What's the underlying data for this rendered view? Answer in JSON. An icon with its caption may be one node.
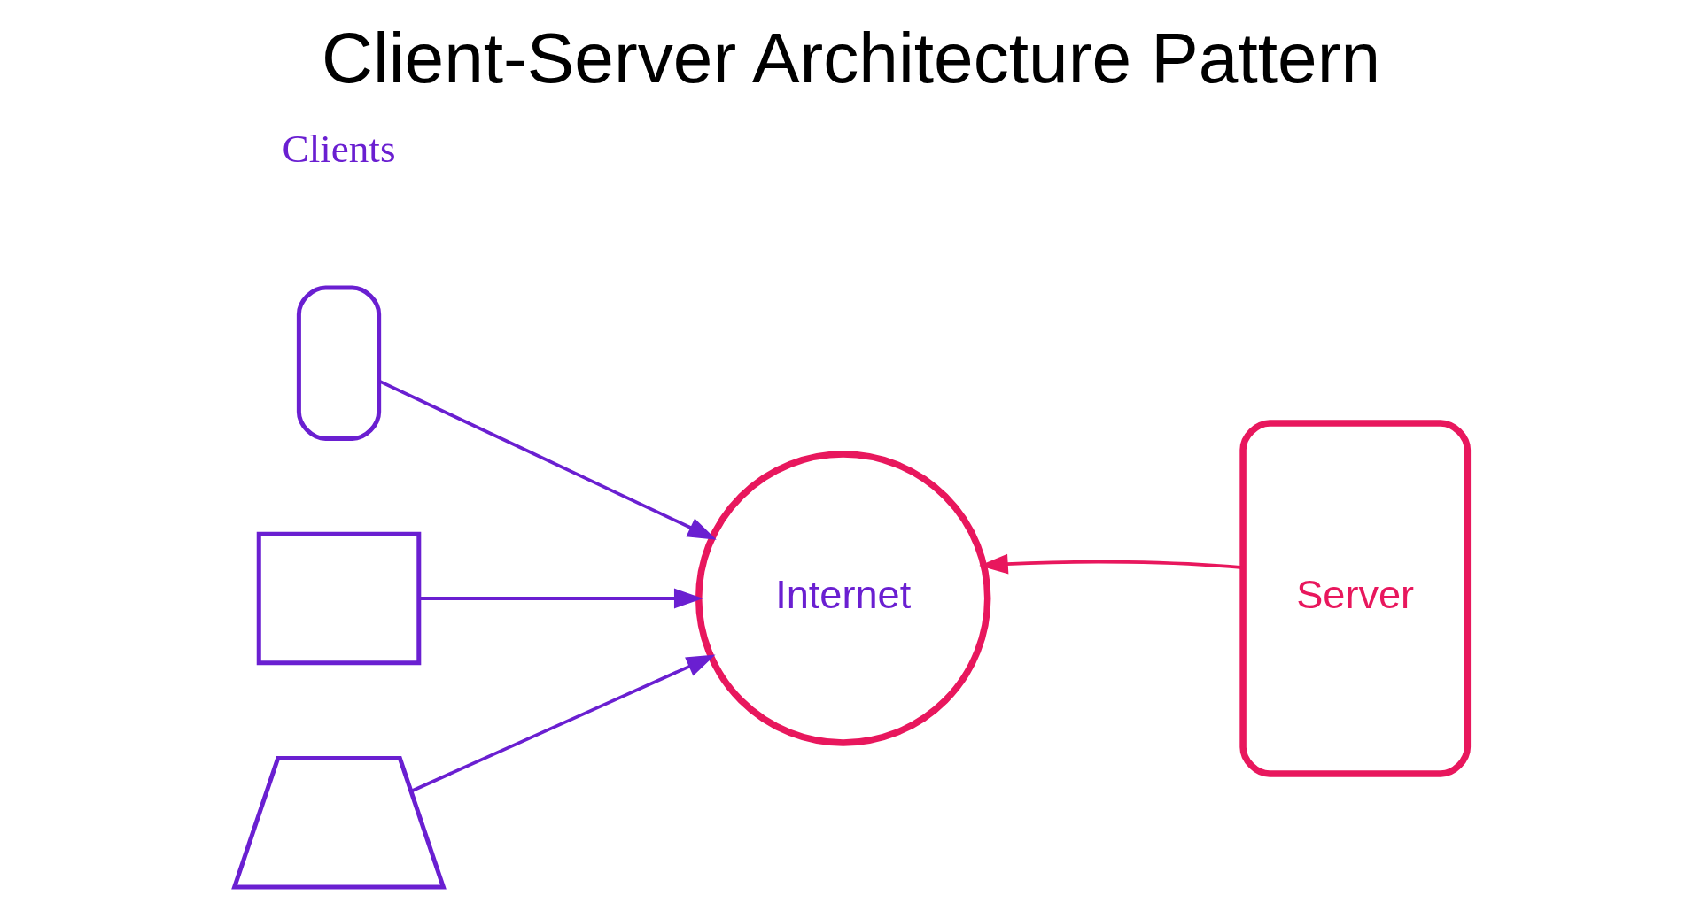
{
  "diagram": {
    "title": "Client-Server Architecture Pattern",
    "nodes": [
      {
        "text": [],
        "shape": "phone"
      },
      {
        "text": [],
        "shape": "monitor"
      },
      {
        "text": [],
        "shape": "laptop"
      },
      {
        "text": [
          "Internet"
        ]
      },
      {
        "text": [
          "Server"
        ]
      }
    ],
    "edges": [
      {
        "from": 0,
        "to": 3,
        "arrow": "to"
      },
      {
        "from": 1,
        "to": 3,
        "arrow": "to"
      },
      {
        "from": 2,
        "to": 3,
        "arrow": "to"
      },
      {
        "from": 4,
        "to": 3,
        "arrow": "to",
        "color": "#e8175d"
      }
    ],
    "labels": [
      "Clients"
    ]
  }
}
